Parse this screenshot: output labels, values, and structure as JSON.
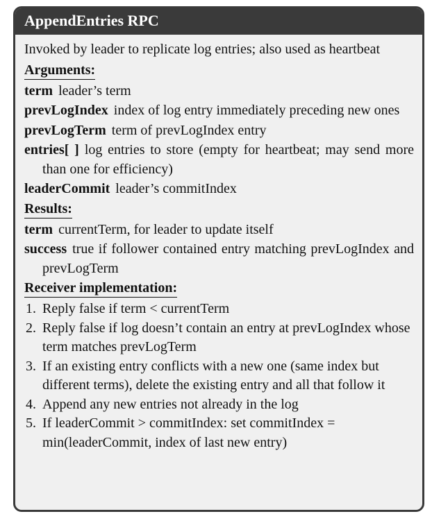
{
  "title": "AppendEntries RPC",
  "intro": "Invoked by leader to replicate log entries; also used as heart­beat",
  "arguments": {
    "heading": "Arguments:",
    "items": [
      {
        "term": "term",
        "desc": "leader’s term"
      },
      {
        "term": "prevLogIndex",
        "desc": "index of log entry immediately preceding new ones"
      },
      {
        "term": "prevLogTerm",
        "desc": "term of prevLogIndex entry"
      },
      {
        "term": "entries[ ]",
        "desc": "log entries to store (empty for heartbeat; may send more than one for efficiency)"
      },
      {
        "term": "leaderCommit",
        "desc": "leader’s commitIndex"
      }
    ]
  },
  "results": {
    "heading": "Results:",
    "items": [
      {
        "term": "term",
        "desc": "currentTerm, for leader to update itself"
      },
      {
        "term": "success",
        "desc": "true if follower contained entry matching pre­vLogIndex and prevLogTerm"
      }
    ]
  },
  "receiver": {
    "heading": "Receiver implementation:",
    "steps": [
      {
        "num": "1.",
        "text": "Reply false if term < currentTerm"
      },
      {
        "num": "2.",
        "text": "Reply false if log doesn’t contain an entry at prevLogIndex whose term matches prevLogTerm"
      },
      {
        "num": "3.",
        "text": "If an existing entry conflicts with a new one (same index but different terms), delete the existing entry and all that follow it"
      },
      {
        "num": "4.",
        "text": "Append any new entries not already in the log"
      },
      {
        "num": "5.",
        "text": "If leaderCommit > commitIndex: set commitIndex = min(leaderCommit, index of last new entry)"
      }
    ]
  }
}
